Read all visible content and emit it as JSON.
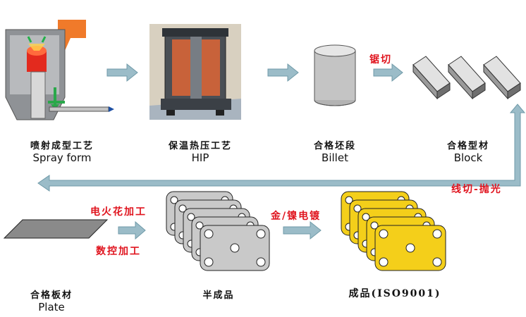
{
  "steps": {
    "spray": {
      "zh": "喷射成型工艺",
      "en": "Spray form"
    },
    "hip": {
      "zh": "保温热压工艺",
      "en": "HIP"
    },
    "billet": {
      "zh": "合格坯段",
      "en": "Billet"
    },
    "block": {
      "zh": "合格型材",
      "en": "Block"
    },
    "plate": {
      "zh": "合格板材",
      "en": "Plate"
    },
    "semi": {
      "zh": "半成品"
    },
    "final": {
      "zh": "成品(ISO9001)"
    }
  },
  "processes": {
    "saw": "锯切",
    "wirecut": "线切-抛光",
    "edm": "电火花加工",
    "cnc": "数控加工",
    "plating": "金/镍电镀"
  },
  "colors": {
    "arrow": "#9bbcc8",
    "accent_red": "#e0141e",
    "plate_gray": "#c9c9c9",
    "plate_gold": "#f4cf1a"
  }
}
